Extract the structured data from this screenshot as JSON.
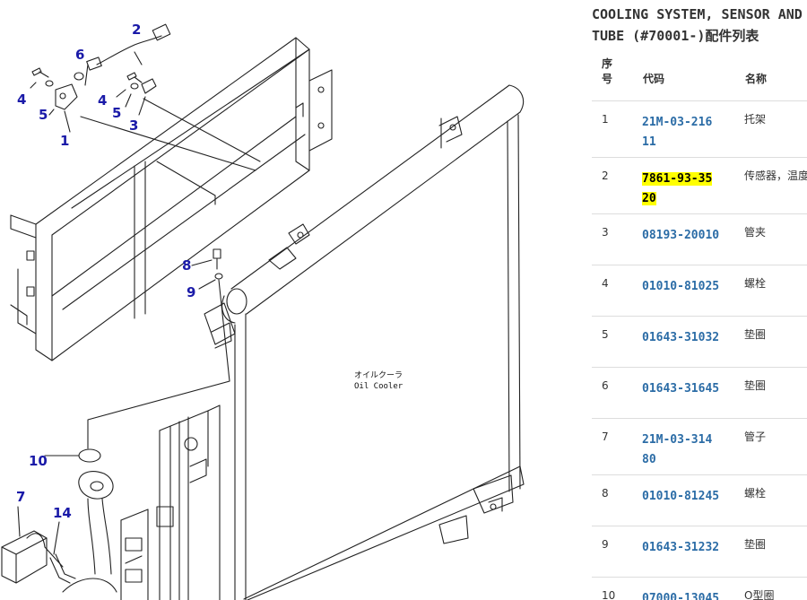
{
  "diagram": {
    "label_jp": "オイルクーラ",
    "label_en": "Oil Cooler",
    "callouts": [
      {
        "id": "c2",
        "text": "2"
      },
      {
        "id": "c6",
        "text": "6"
      },
      {
        "id": "c4a",
        "text": "4"
      },
      {
        "id": "c4b",
        "text": "4"
      },
      {
        "id": "c5a",
        "text": "5"
      },
      {
        "id": "c5b",
        "text": "5"
      },
      {
        "id": "c3",
        "text": "3"
      },
      {
        "id": "c1",
        "text": "1"
      },
      {
        "id": "c8",
        "text": "8"
      },
      {
        "id": "c9",
        "text": "9"
      },
      {
        "id": "c10",
        "text": "10"
      },
      {
        "id": "c7",
        "text": "7"
      },
      {
        "id": "c14",
        "text": "14"
      }
    ]
  },
  "panel": {
    "title": "COOLING SYSTEM, SENSOR AND TUBE (#70001-)配件列表",
    "headers": {
      "index": "序号",
      "code": "代码",
      "name": "名称"
    },
    "rows": [
      {
        "index": "1",
        "code": "21M-03-21611",
        "name": "托架",
        "highlight": false
      },
      {
        "index": "2",
        "code": "7861-93-3520",
        "name": "传感器，温度",
        "highlight": true
      },
      {
        "index": "3",
        "code": "08193-20010",
        "name": "管夹",
        "highlight": false
      },
      {
        "index": "4",
        "code": "01010-81025",
        "name": "螺栓",
        "highlight": false
      },
      {
        "index": "5",
        "code": "01643-31032",
        "name": "垫圈",
        "highlight": false
      },
      {
        "index": "6",
        "code": "01643-31645",
        "name": "垫圈",
        "highlight": false
      },
      {
        "index": "7",
        "code": "21M-03-31480",
        "name": "管子",
        "highlight": false
      },
      {
        "index": "8",
        "code": "01010-81245",
        "name": "螺栓",
        "highlight": false
      },
      {
        "index": "9",
        "code": "01643-31232",
        "name": "垫圈",
        "highlight": false
      },
      {
        "index": "10",
        "code": "07000-13045",
        "name": "O型圈",
        "highlight": false
      }
    ]
  }
}
